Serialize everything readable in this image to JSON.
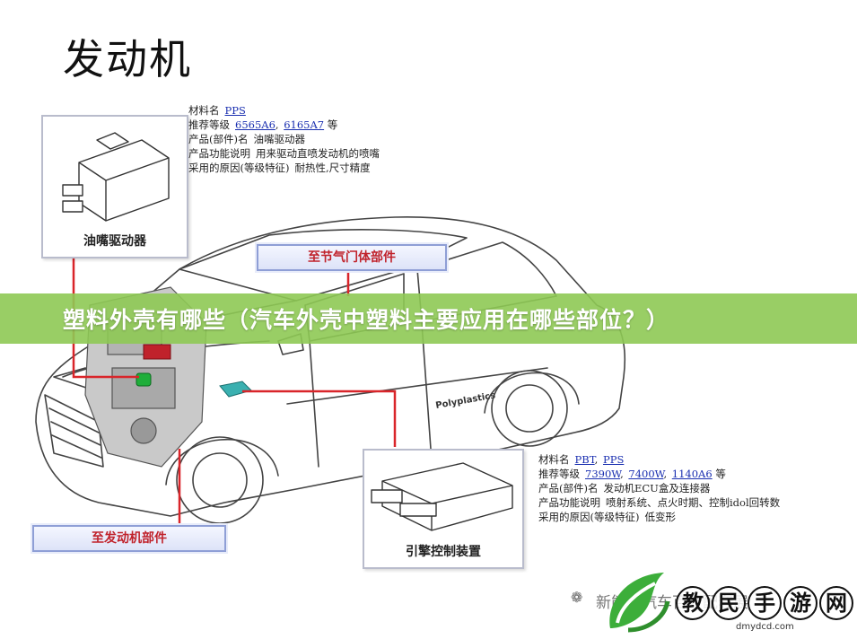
{
  "page": {
    "title": "发动机",
    "banner": "塑料外壳有哪些（汽车外壳中塑料主要应用在哪些部位？）",
    "watermark_text": "新能源汽车百叶配套展",
    "site_name_chars": [
      "教",
      "民",
      "手",
      "游",
      "网"
    ],
    "site_url": "dmydcd.com"
  },
  "callouts": {
    "injector_driver": {
      "caption": "油嘴驱动器"
    },
    "engine_controller": {
      "caption": "引擎控制装置"
    }
  },
  "tags": {
    "throttle": "至节气门体部件",
    "engine": "至发动机部件"
  },
  "brand_text": "Polyplastics",
  "info_top": {
    "rows": [
      {
        "label": "材料名",
        "links": [
          "PPS"
        ],
        "suffix": ""
      },
      {
        "label": "推荐等级",
        "links": [
          "6565A6",
          "6165A7"
        ],
        "suffix": "等"
      },
      {
        "label": "产品(部件)名",
        "text": "油嘴驱动器"
      },
      {
        "label": "产品功能说明",
        "text": "用来驱动直喷发动机的喷嘴"
      },
      {
        "label": "采用的原因(等级特征)",
        "text": "耐热性,尺寸精度"
      }
    ]
  },
  "info_bottom": {
    "rows": [
      {
        "label": "材料名",
        "links": [
          "PBT",
          "PPS"
        ],
        "suffix": ""
      },
      {
        "label": "推荐等级",
        "links": [
          "7390W",
          "7400W",
          "1140A6"
        ],
        "suffix": "等"
      },
      {
        "label": "产品(部件)名",
        "text": "发动机ECU盒及连接器"
      },
      {
        "label": "产品功能说明",
        "text": "喷射系统、点火时期、控制idol回转数"
      },
      {
        "label": "采用的原因(等级特征)",
        "text": "低变形"
      }
    ]
  },
  "colors": {
    "leader_line": "#d9252a",
    "banner": "#8ec954",
    "link": "#1a2fb0",
    "tag_text": "#c0222b"
  },
  "icons": [
    "wechat-icon",
    "site-logo-icon"
  ]
}
